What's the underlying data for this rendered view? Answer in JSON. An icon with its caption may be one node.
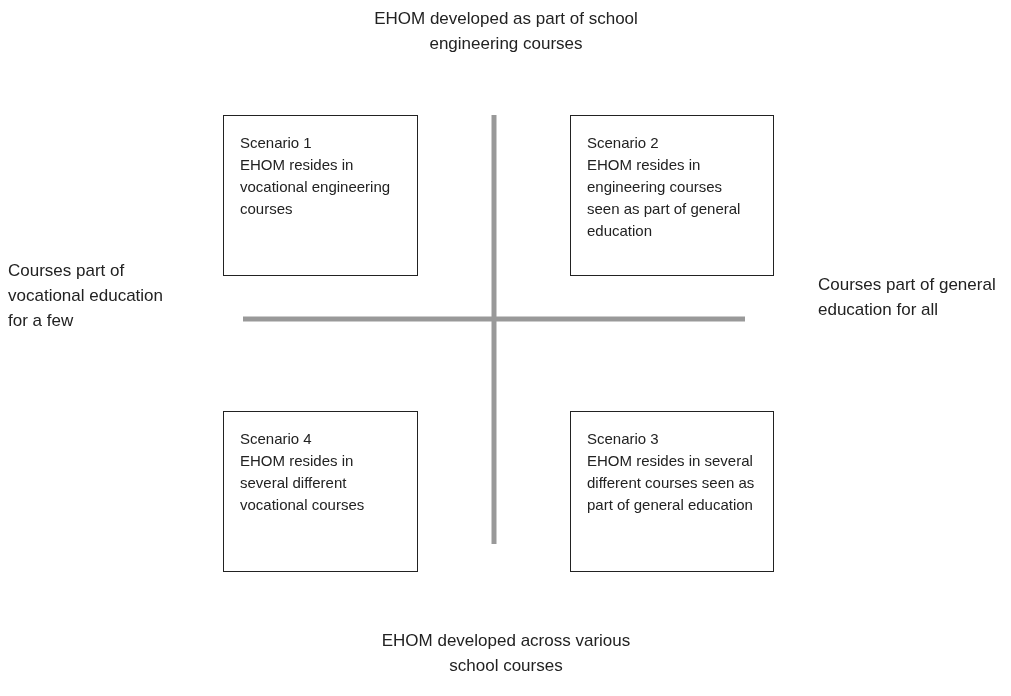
{
  "diagram": {
    "nodes": [
      {
        "text": [
          "Scenario 1",
          "EHOM resides in vocational engineering courses"
        ]
      },
      {
        "text": [
          "Scenario 2",
          "EHOM resides in engineering courses seen as part of general education"
        ]
      },
      {
        "text": [
          "Scenario 4",
          "EHOM resides in several different vocational courses"
        ]
      },
      {
        "text": [
          "Scenario 3",
          "EHOM resides in several different courses seen as part of general education"
        ]
      }
    ],
    "labels": [
      "EHOM developed as part of school engineering courses",
      "Courses part of vocational education for a few",
      "Courses part of general education for all",
      "EHOM developed across various school courses"
    ]
  }
}
